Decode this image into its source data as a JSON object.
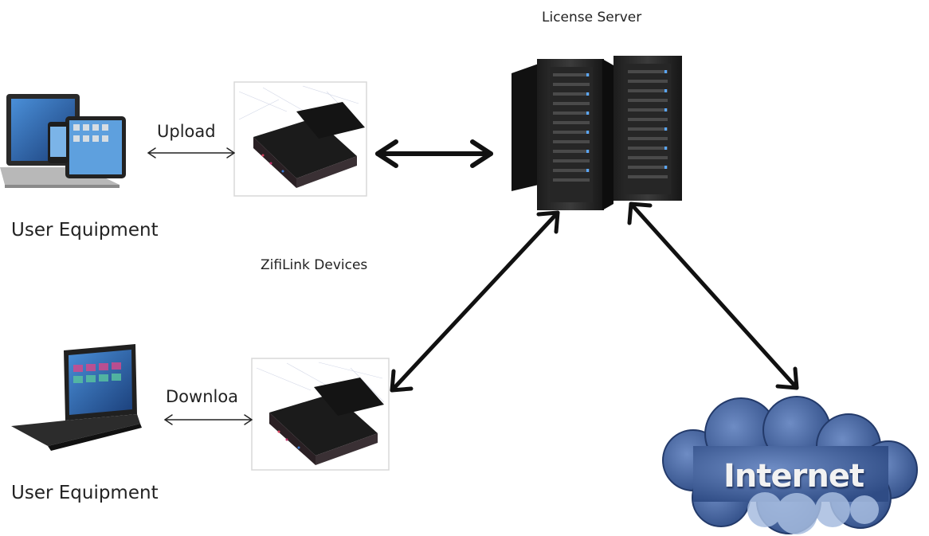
{
  "server": {
    "label": "License Server",
    "icon": "server-rack-icon"
  },
  "devices": {
    "label": "ZifiLink Devices",
    "brand": "zifilink",
    "icon": "zifilink-box-icon"
  },
  "user_top": {
    "label": "User Equipment",
    "arrow_label": "Upload",
    "icon": "laptop-tablet-phone-icon"
  },
  "user_bottom": {
    "label": "User Equipment",
    "arrow_label": "Downloa",
    "icon": "laptop-icon"
  },
  "internet": {
    "label": "Internet",
    "icon": "cloud-icon"
  },
  "colors": {
    "arrow": "#111111",
    "cloud": "#3f5d96",
    "cloud_light": "#9fb6db",
    "server": "#2b2b2b"
  }
}
